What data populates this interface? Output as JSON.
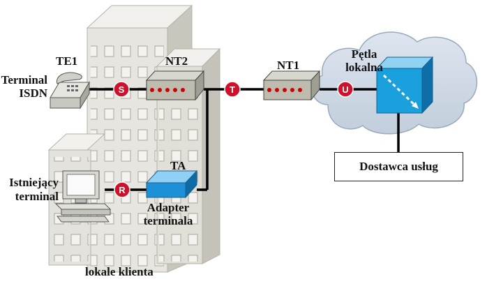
{
  "labels": {
    "te1": "TE1",
    "terminal_isdn_1": "Terminal",
    "terminal_isdn_2": "ISDN",
    "nt2": "NT2",
    "nt1": "NT1",
    "petla_1": "Pętla",
    "petla_2": "lokalna",
    "existing_1": "Istniejący",
    "existing_2": "terminal",
    "ta": "TA",
    "adapter_1": "Adapter",
    "adapter_2": "terminala",
    "premises": "lokale klienta"
  },
  "provider": {
    "label": "Dostawca usług"
  },
  "ref_points": {
    "s": "S",
    "t": "T",
    "u": "U",
    "r": "R"
  },
  "icons": {
    "phone": "telephone-icon",
    "computer": "computer-icon",
    "nt2": "modem-device-icon",
    "nt1": "modem-device-icon",
    "ta": "terminal-adapter-icon",
    "switch": "isdn-switch-icon",
    "cloud": "cloud-icon",
    "building": "building-icon"
  },
  "colors": {
    "ref_point": "#d0112b",
    "ta_blue": "#1e90d8",
    "switch_blue": "#1aa0dd",
    "cloud": "#cfd9e6",
    "building": "#e6e4de",
    "device": "#bdbcae",
    "line": "#000000"
  }
}
